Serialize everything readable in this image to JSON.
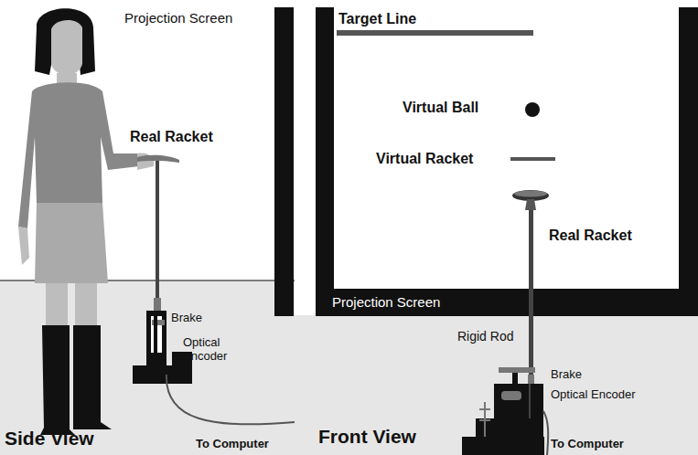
{
  "diagram": {
    "labels": [
      "Projection Screen",
      "Target Line",
      "Real Racket",
      "Virtual Ball",
      "Virtual Racket",
      "Real Racket",
      "Projection Screen",
      "Brake",
      "Optical Encoder",
      "Rigid Rod",
      "Brake",
      "Optical Encoder",
      "To Computer",
      "Side View",
      "Front View",
      "To Computer"
    ]
  }
}
